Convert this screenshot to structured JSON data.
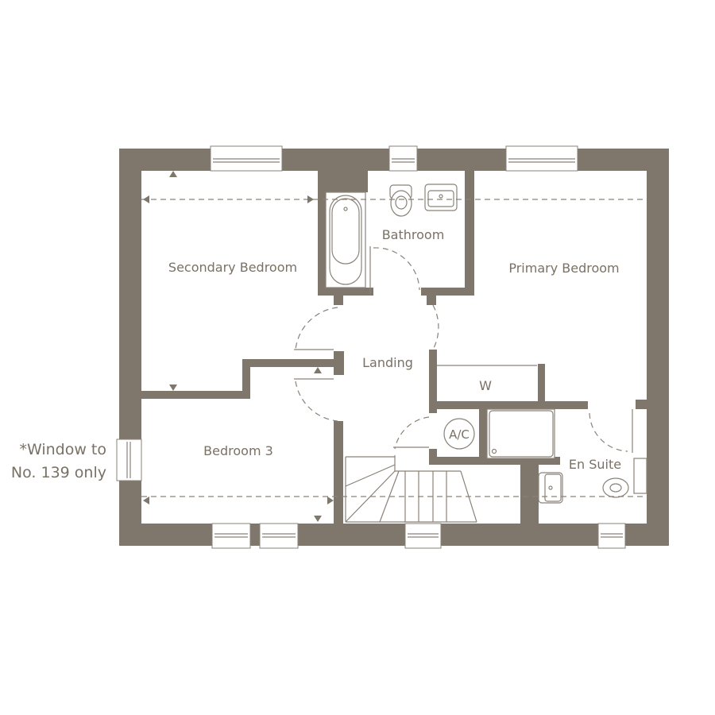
{
  "rooms": {
    "secondary_bedroom": "Secondary Bedroom",
    "bathroom": "Bathroom",
    "primary_bedroom": "Primary Bedroom",
    "landing": "Landing",
    "wardrobe": "W",
    "airing_cupboard": "A/C",
    "bedroom_3": "Bedroom 3",
    "en_suite": "En Suite"
  },
  "note": {
    "line1": "*Window to",
    "line2": "No. 139 only"
  },
  "colors": {
    "wall": "#7f776c",
    "text": "#7a7165"
  }
}
